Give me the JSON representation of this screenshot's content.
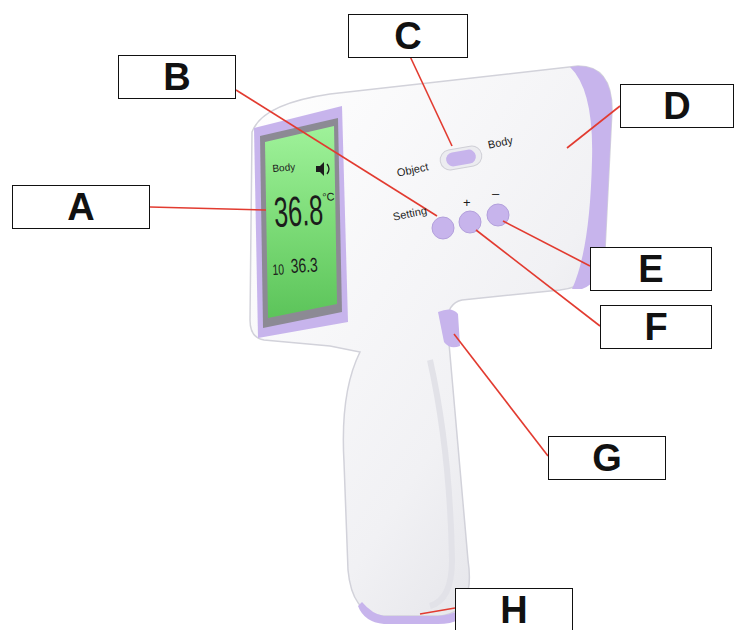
{
  "diagram": {
    "nodes": [
      {
        "text": [
          "C"
        ]
      },
      {
        "text": [
          "B"
        ]
      },
      {
        "text": [
          "D"
        ]
      },
      {
        "text": [
          "A"
        ]
      },
      {
        "text": [
          "E"
        ]
      },
      {
        "text": [
          "F"
        ]
      },
      {
        "text": [
          "G"
        ]
      },
      {
        "text": [
          "H"
        ]
      }
    ],
    "labels": [
      "Body",
      "36.8",
      "°C",
      "10",
      "36.3",
      "Object",
      "Body",
      "Setting",
      "+",
      "–"
    ]
  }
}
